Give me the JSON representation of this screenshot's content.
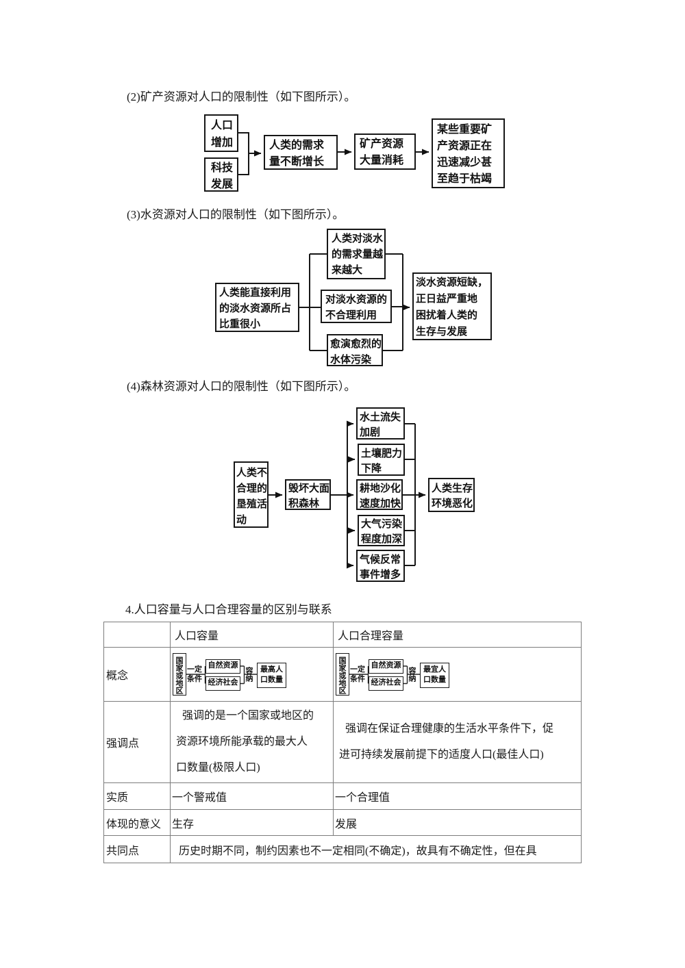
{
  "page": {
    "heading_mineral": "(2)矿产资源对人口的限制性（如下图所示）。",
    "heading_water": "(3)水资源对人口的限制性（如下图所示）。",
    "heading_forest": "(4)森林资源对人口的限制性（如下图所示）。",
    "heading_table": "4.人口容量与人口合理容量的区别与联系"
  },
  "diagram_mineral": {
    "population_growth": "人口\n增加",
    "tech_development": "科技\n发展",
    "demand_growth": "人类的需求\n量不断增长",
    "mineral_consumption": "矿产资源\n大量消耗",
    "mineral_depletion": "某些重要矿\n产资源正在\n迅速减少甚\n至趋于枯竭"
  },
  "diagram_water": {
    "freshwater_share": "人类能直接利用\n的淡水资源所占\n比重很小",
    "freshwater_demand": "人类对淡水\n的需求量越\n来越大",
    "unreasonable_use": "对淡水资源的\n不合理利用",
    "water_pollution": "愈演愈烈的\n水体污染",
    "freshwater_shortage": "淡水资源短缺，\n正日益严重地\n困扰着人类的\n生存与发展"
  },
  "diagram_forest": {
    "reclamation": "人类不\n合理的\n垦殖活\n动",
    "deforestation": "毁坏大面\n积森林",
    "soil_erosion": "水土流失\n加剧",
    "soil_fertility": "土壤肥力\n下降",
    "desertification": "耕地沙化\n速度加快",
    "air_pollution": "大气污染\n程度加深",
    "climate_anomaly": "气候反常\n事件增多",
    "environment_deterioration": "人类生存\n环境恶化"
  },
  "table": {
    "header_capacity": "人口容量",
    "header_reasonable": "人口合理容量",
    "label_concept": "概念",
    "label_emphasis": "强调点",
    "label_essence": "实质",
    "label_significance": "体现的意义",
    "label_common": "共同点",
    "concept": {
      "region": "国家或地区",
      "condition": "一定\n条件",
      "natural": "自然资源",
      "economic": "经济社会",
      "accommodate": "容纳",
      "max_population": "最高人\n口数量",
      "optimal_population": "最宜人\n口数量"
    },
    "emphasis_capacity": "强调的是一个国家或地区的\n资源环境所能承载的最大人\n口数量(极限人口)",
    "emphasis_reasonable": "强调在保证合理健康的生活水平条件下，促\n进可持续发展前提下的适度人口(最佳人口)",
    "essence_capacity": "一个警戒值",
    "essence_reasonable": "一个合理值",
    "significance_capacity": "生存",
    "significance_reasonable": "发展",
    "common_point": "历史时期不同，制约因素也不一定相同(不确定)，故具有不确定性，但在具"
  }
}
